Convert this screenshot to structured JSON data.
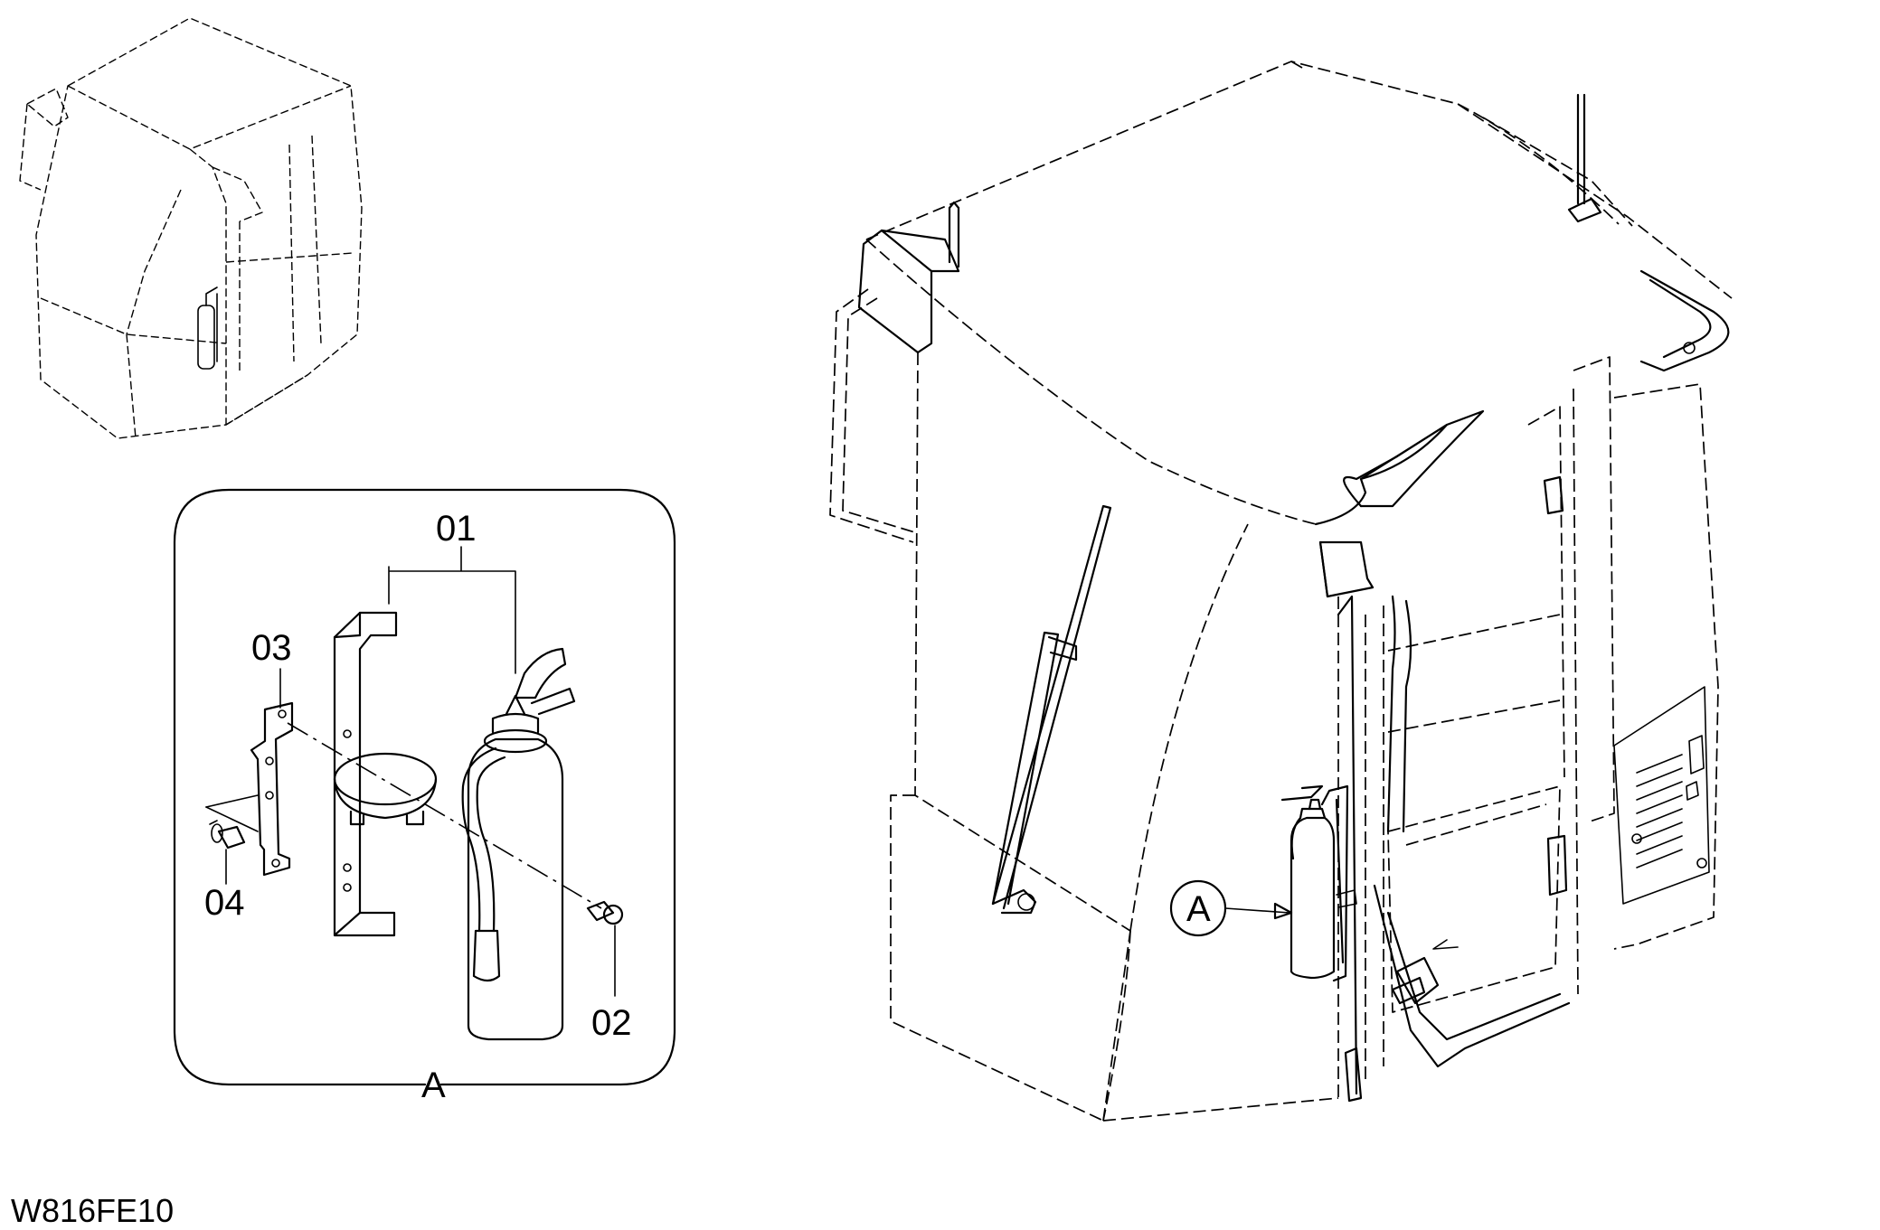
{
  "callouts": {
    "part_01": "01",
    "part_02": "02",
    "part_03": "03",
    "part_04": "04",
    "detail_frame": "A",
    "detail_bubble": "A"
  },
  "drawing_code": "W816FE10"
}
